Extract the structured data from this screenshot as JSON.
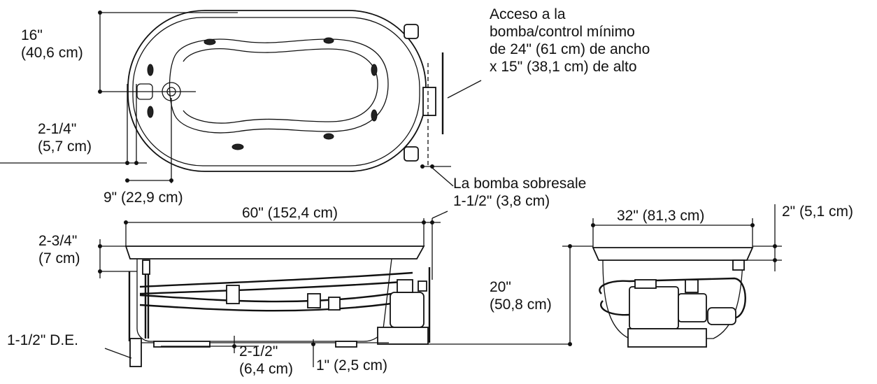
{
  "labels": {
    "d16": [
      "16\"",
      "(40,6 cm)"
    ],
    "access": [
      "Acceso a la",
      "bomba/control mínimo",
      "de 24\" (61 cm) de ancho",
      "x 15\" (38,1 cm) de alto"
    ],
    "d214": [
      "2-1/4\"",
      "(5,7 cm)"
    ],
    "d9": "9\" (22,9 cm)",
    "pump": [
      "La bomba sobresale",
      "1-1/2\" (3,8 cm)"
    ],
    "d60": "60\" (152,4 cm)",
    "d32": "32\" (81,3 cm)",
    "d2": "2\" (5,1 cm)",
    "d234": [
      "2-3/4\"",
      "(7 cm)"
    ],
    "d20": [
      "20\"",
      "(50,8 cm)"
    ],
    "de": "1-1/2\" D.E.",
    "d212": [
      "2-1/2\"",
      "(6,4 cm)"
    ],
    "d1": "1\" (2,5 cm)"
  }
}
